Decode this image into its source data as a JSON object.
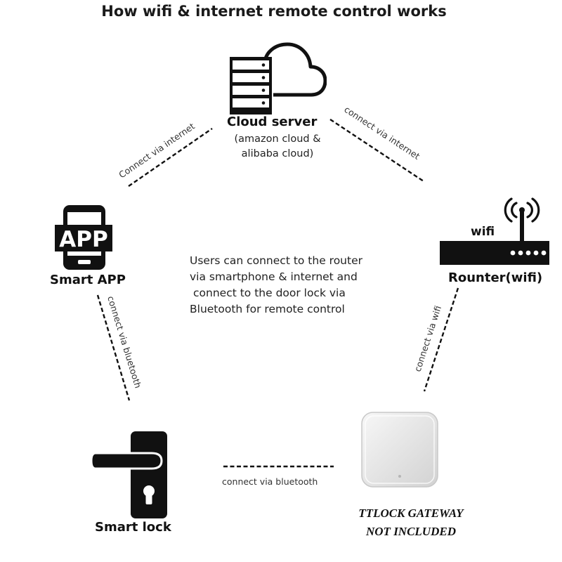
{
  "title": "How wifi & internet remote control works",
  "cloud": {
    "label": "Cloud server",
    "sub_line1": "(amazon cloud &",
    "sub_line2": "alibaba cloud)",
    "icon": "cloud-server-icon"
  },
  "app": {
    "label": "Smart APP",
    "icon_text": "APP",
    "icon": "smartphone-icon"
  },
  "router": {
    "label": "Rounter(wifi)",
    "icon_text": "wifi",
    "icon": "router-icon"
  },
  "lock": {
    "label": "Smart lock",
    "icon": "door-lock-handle-icon"
  },
  "gateway": {
    "icon": "gateway-device-icon",
    "note_line1": "TTLOCK GATEWAY",
    "note_line2": "NOT INCLUDED"
  },
  "center_text": {
    "line1": "Users can connect to the router",
    "line2": "via smartphone & internet and",
    "line3": "connect to the door lock via",
    "line4": "Bluetooth for remote control"
  },
  "edges": {
    "app_cloud": "Connect via internet",
    "cloud_router": "connect via internet",
    "app_lock": "connect via bluetooth",
    "router_gateway": "connect via wifi",
    "lock_gateway": "connect via bluetooth"
  },
  "colors": {
    "ink": "#111111",
    "gateway_body": "#e9e9e9",
    "background": "#ffffff"
  }
}
